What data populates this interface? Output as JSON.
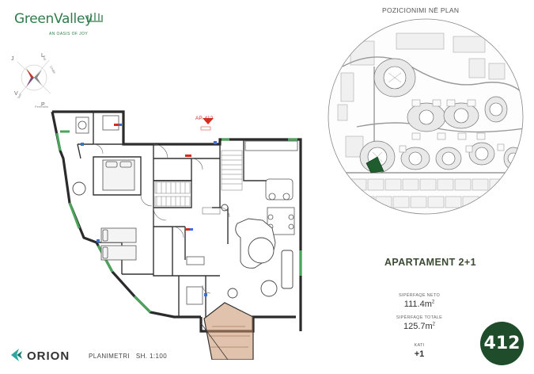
{
  "brand": {
    "name": "GreenValley",
    "tagline": "AN OASIS OF JOY",
    "accent_color": "#2f7d4a"
  },
  "compass": {
    "labels": [
      "L",
      "V",
      "P",
      "J",
      "Lindje",
      "Veri",
      "Perëndim",
      "Jug"
    ]
  },
  "plan": {
    "unit_label": "AP. 412",
    "marker_color": "#d62c1f"
  },
  "site_map": {
    "title": "POZICIONIMI NË PLAN",
    "highlight_color": "#1f5c2e"
  },
  "apartment": {
    "title": "APARTAMENT 2+1",
    "net_area_label": "SIPËRFAQE NETO",
    "net_area_value": "111.4m",
    "net_area_unit_sup": "2",
    "total_area_label": "SIPËRFAQE TOTALE",
    "total_area_value": "125.7m",
    "total_area_unit_sup": "2",
    "floor_label": "KATI",
    "floor_value": "+1",
    "number_badge": "412",
    "badge_color": "#1f4d2b"
  },
  "footer": {
    "company": "ORION",
    "plan_label": "PLANIMETRI   SH. 1:100",
    "logo_color": "#2aa6a0"
  }
}
